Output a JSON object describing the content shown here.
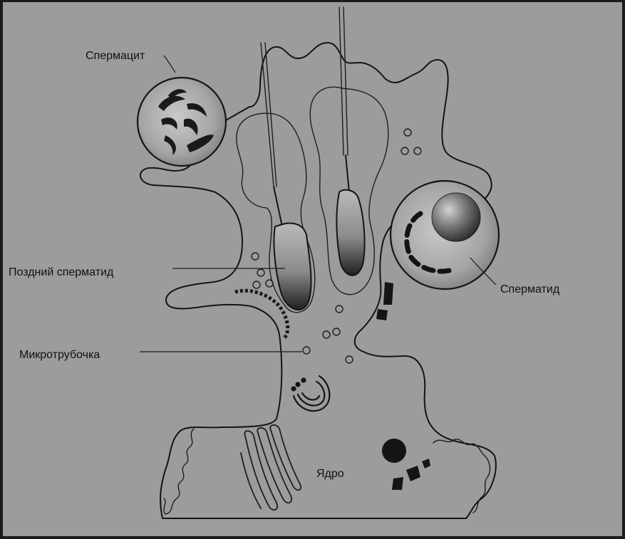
{
  "diagram": {
    "labels": {
      "spermatocyte": "Спермацит",
      "late_spermatid": "Поздний сперматид",
      "microtubule": "Микротрубочка",
      "spermatid": "Сперматид",
      "nucleus": "Ядро"
    }
  }
}
